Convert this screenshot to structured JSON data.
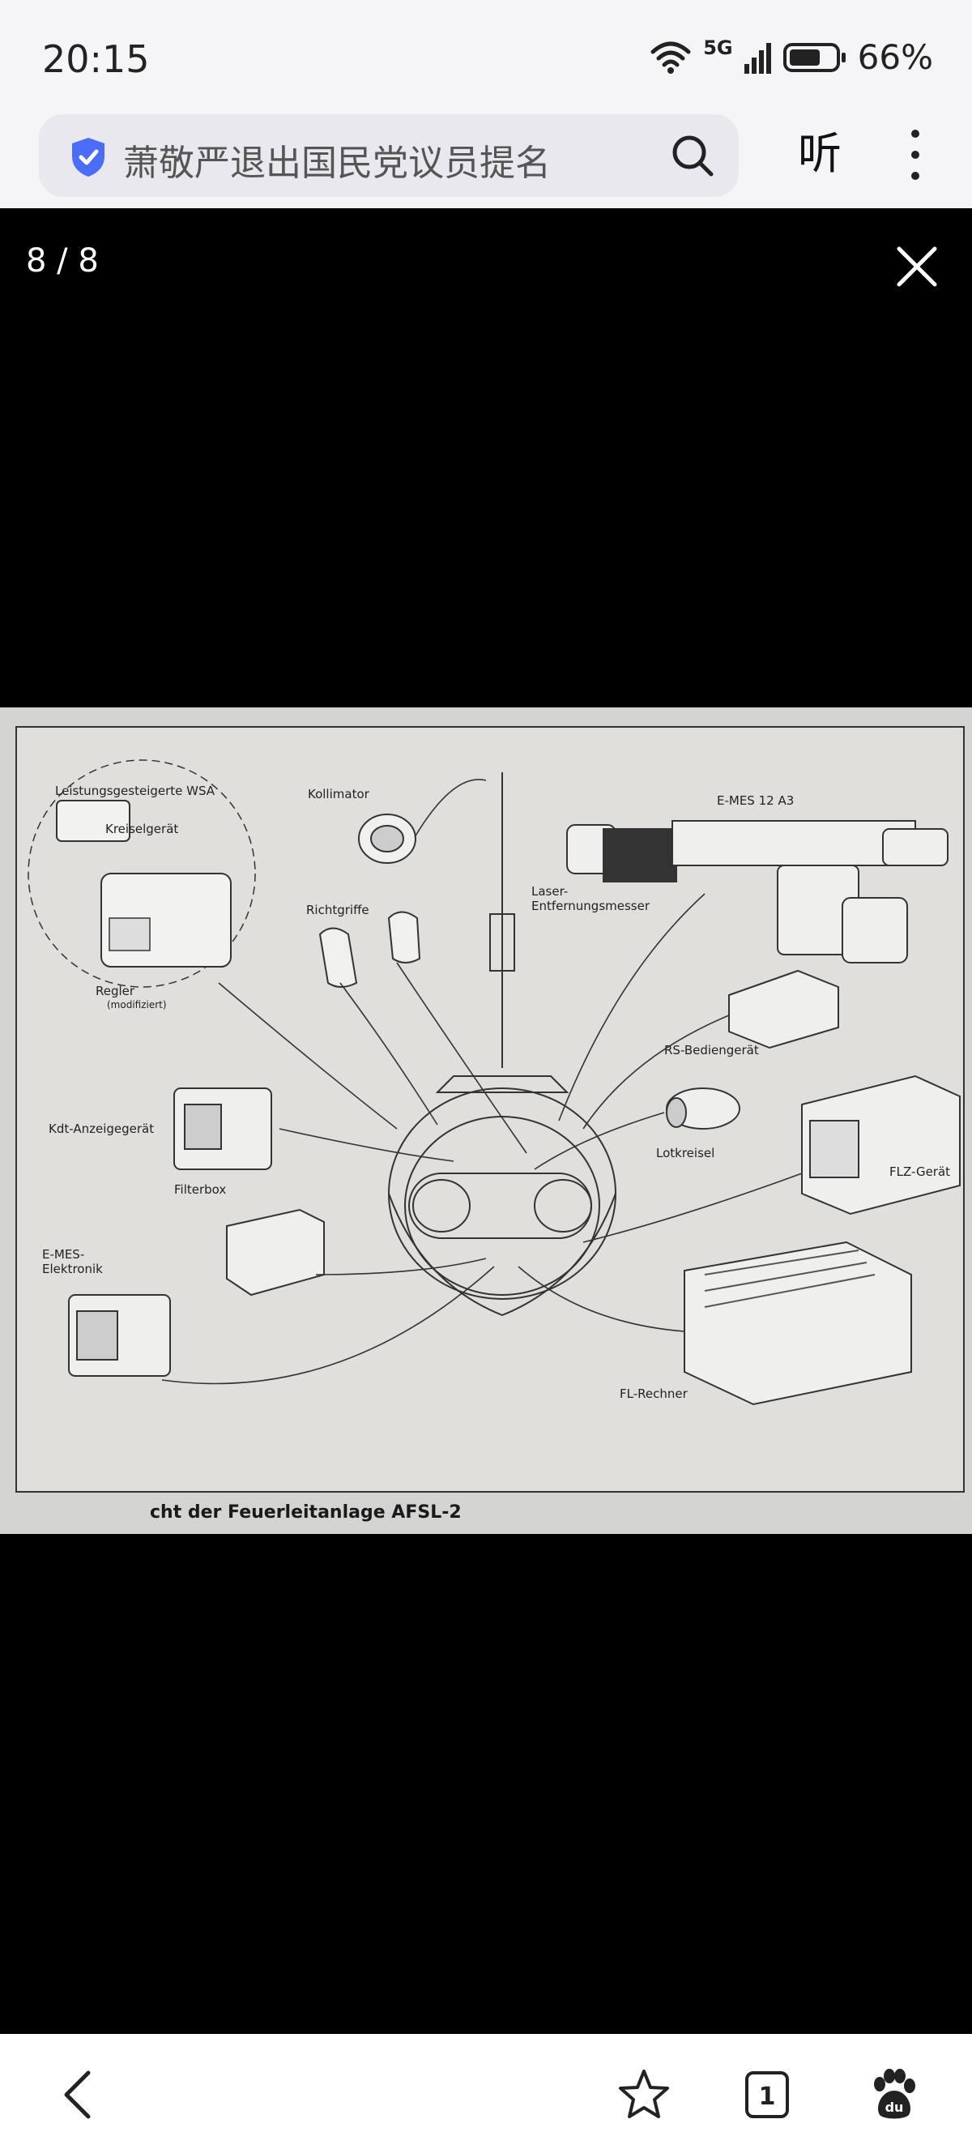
{
  "status_bar": {
    "time": "20:15",
    "network": "5G",
    "battery_percent": "66%",
    "battery_level": 0.66
  },
  "search": {
    "query": "萧敬严退出国民党议员提名",
    "listen_label": "听"
  },
  "viewer": {
    "counter": "8 / 8"
  },
  "diagram": {
    "labels": {
      "wsa_group": "Leistungsgesteigerte WSA",
      "kreiselgeraet": "Kreiselgerät",
      "regler": "Regler",
      "regler_note": "(modifiziert)",
      "kollimator": "Kollimator",
      "richtgriffe": "Richtgriffe",
      "emes_title": "E-MES 12 A3",
      "laser_1": "Laser-",
      "laser_2": "Entfernungsmesser",
      "rs_bediengeraet": "RS-Bediengerät",
      "kdt_anzeigegeraet": "Kdt-Anzeigegerät",
      "lotkreisel": "Lotkreisel",
      "flz_geraet": "FLZ-Gerät",
      "filterbox": "Filterbox",
      "emes_elektronik_1": "E-MES-",
      "emes_elektronik_2": "Elektronik",
      "fl_rechner": "FL-Rechner"
    },
    "caption": "cht der Feuerleitanlage AFSL-2"
  },
  "icons": {
    "shield": "shield-check-icon",
    "search": "search-icon",
    "more": "more-vertical-icon",
    "close": "close-icon",
    "back": "back-arrow-icon",
    "star": "star-icon",
    "tabs": "tabs-icon",
    "baidu": "baidu-paw-icon"
  },
  "tabs": {
    "count": "1"
  },
  "colors": {
    "accent": "#4a6cf7",
    "background": "#000000"
  }
}
